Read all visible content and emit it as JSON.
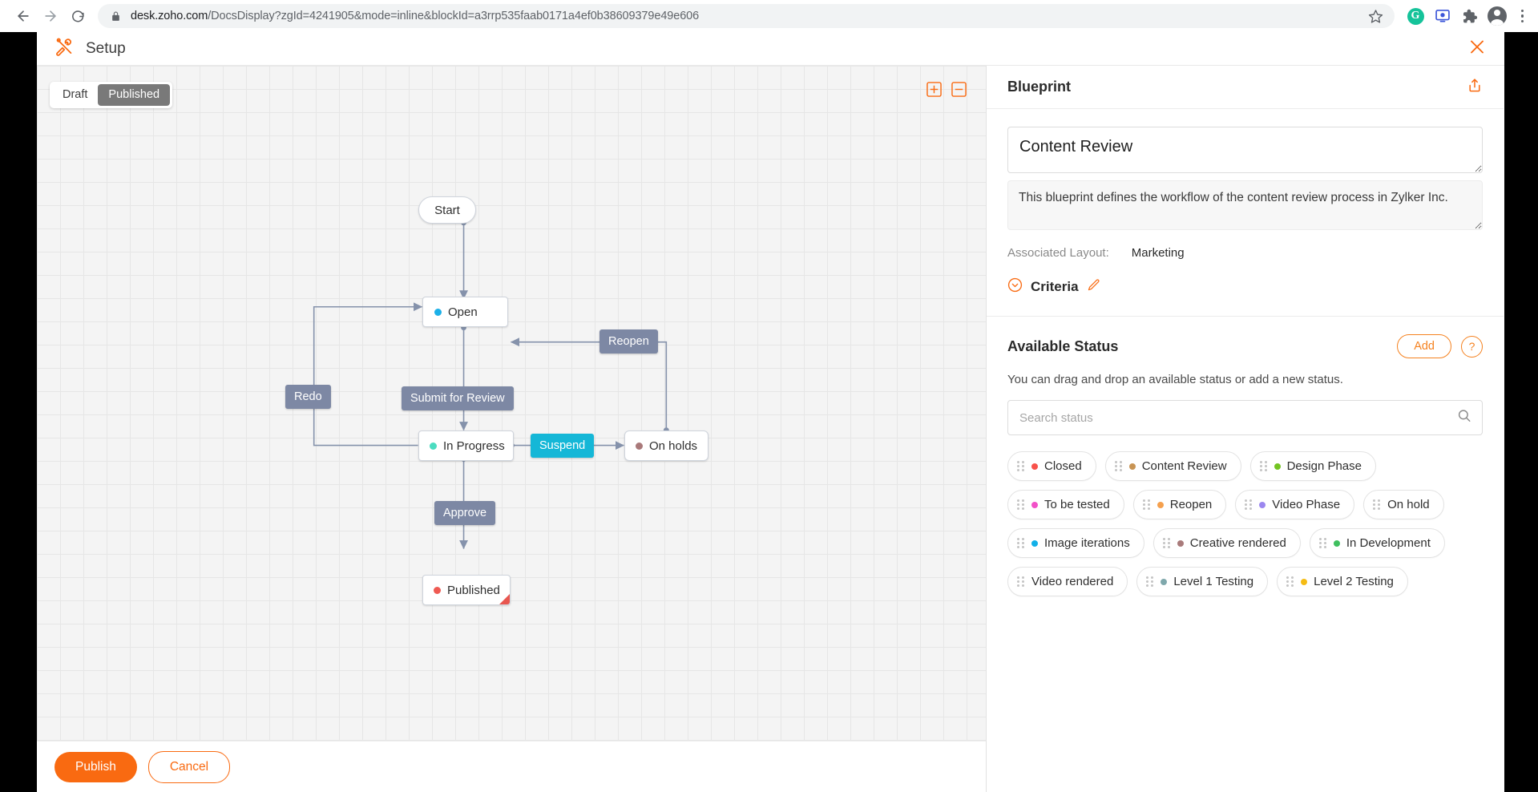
{
  "browser": {
    "url_host": "desk.zoho.com",
    "url_path": "/DocsDisplay?zgId=4241905&mode=inline&blockId=a3rrp535faab0171a4ef0b38609379e49e606",
    "back_icon": "back-arrow-icon",
    "forward_icon": "forward-arrow-icon",
    "reload_icon": "reload-icon",
    "lock_icon": "lock-icon",
    "star_icon": "star-icon",
    "grammarly_label": "G",
    "extensions_icon": "puzzle-piece-icon",
    "cast_icon": "screencast-icon",
    "profile_icon": "profile-avatar-icon",
    "menu_icon": "three-dot-menu-icon"
  },
  "app": {
    "title": "Setup",
    "tools_icon": "tools-icon",
    "close_icon": "close-icon"
  },
  "canvas": {
    "modes": [
      {
        "label": "Draft",
        "active": false
      },
      {
        "label": "Published",
        "active": true
      }
    ],
    "zoom_in_icon": "zoom-in-icon",
    "zoom_out_icon": "zoom-out-icon",
    "nodes": [
      {
        "id": "start",
        "label": "Start",
        "dot": null,
        "shape": "start"
      },
      {
        "id": "open",
        "label": "Open",
        "dot": "#1cb0e8",
        "shape": "rect"
      },
      {
        "id": "in_progress",
        "label": "In Progress",
        "dot": "#4bdcc0",
        "shape": "rect"
      },
      {
        "id": "on_holds",
        "label": "On holds",
        "dot": "#a9797a",
        "shape": "round"
      },
      {
        "id": "published",
        "label": "Published",
        "dot": "#ef5a52",
        "shape": "published"
      }
    ],
    "transitions": [
      {
        "id": "redo",
        "label": "Redo",
        "selected": false
      },
      {
        "id": "submit_for_review",
        "label": "Submit for Review",
        "selected": false
      },
      {
        "id": "reopen",
        "label": "Reopen",
        "selected": false
      },
      {
        "id": "suspend",
        "label": "Suspend",
        "selected": true
      },
      {
        "id": "approve",
        "label": "Approve",
        "selected": false
      }
    ]
  },
  "footer": {
    "publish_label": "Publish",
    "cancel_label": "Cancel"
  },
  "panel": {
    "heading": "Blueprint",
    "share_icon": "share-export-icon",
    "blueprint_name": "Content Review",
    "blueprint_description": "This blueprint defines the workflow of the content review process in Zylker Inc.",
    "associated_layout_label": "Associated Layout:",
    "associated_layout_value": "Marketing",
    "criteria_label": "Criteria",
    "criteria_chevron_icon": "chevron-down-circle-icon",
    "criteria_edit_icon": "pencil-edit-icon",
    "status": {
      "heading": "Available Status",
      "add_label": "Add",
      "help_label": "?",
      "hint": "You can drag and drop an available status or add a new status.",
      "search_placeholder": "Search status",
      "search_value": "",
      "search_icon": "search-icon",
      "items": [
        {
          "label": "Closed",
          "color": "#f8524b"
        },
        {
          "label": "Content Review",
          "color": "#c89454"
        },
        {
          "label": "Design Phase",
          "color": "#73c422"
        },
        {
          "label": "To be tested",
          "color": "#f251c8"
        },
        {
          "label": "Reopen",
          "color": "#f5a04e"
        },
        {
          "label": "Video Phase",
          "color": "#9b87ef"
        },
        {
          "label": "On hold",
          "color": null
        },
        {
          "label": "Image iterations",
          "color": "#12b0e8"
        },
        {
          "label": "Creative rendered",
          "color": "#a97b7b"
        },
        {
          "label": "In Development",
          "color": "#3fbf5f"
        },
        {
          "label": "Video rendered",
          "color": null
        },
        {
          "label": "Level 1 Testing",
          "color": "#7fa8ac"
        },
        {
          "label": "Level 2 Testing",
          "color": "#f5bc14"
        }
      ]
    }
  },
  "theme": {
    "accent": "#f96a11",
    "transition": "#7d88a4",
    "transition_selected": "#15b7d7"
  }
}
